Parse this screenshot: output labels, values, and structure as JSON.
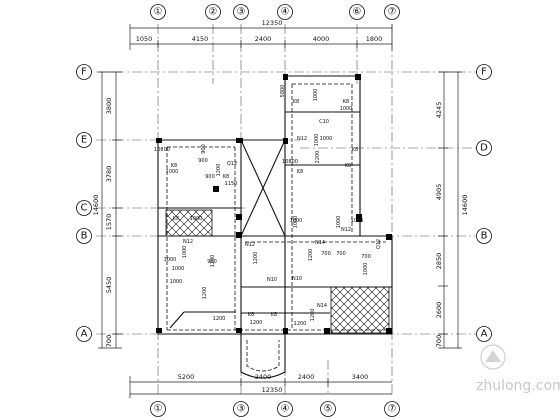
{
  "axes": {
    "top_numbers": [
      "①",
      "②",
      "③",
      "④",
      "⑥",
      "⑦"
    ],
    "bottom_numbers": [
      "①",
      "③",
      "④",
      "⑤",
      "⑦"
    ],
    "left_letters": [
      "F",
      "E",
      "C",
      "B",
      "A"
    ],
    "right_letters": [
      "F",
      "D",
      "B",
      "A"
    ]
  },
  "dimensions": {
    "top_total": "12350",
    "top_segments": [
      "1050",
      "4150",
      "2400",
      "4000",
      "1800"
    ],
    "bottom_total": "12350",
    "bottom_segments": [
      "5200",
      "2400",
      "2400",
      "3400"
    ],
    "left_segments": [
      "3800",
      "3780",
      "1570",
      "5450",
      "700"
    ],
    "left_total": "14600",
    "right_segments": [
      "4245",
      "4905",
      "2850",
      "2600",
      "700"
    ],
    "right_total": "14600"
  },
  "labels": [
    "K8",
    "1000",
    "K8",
    "1000",
    "C10",
    "N12",
    "1000",
    "K8",
    "900",
    "K8",
    "1000",
    "1200",
    "Q12",
    "900",
    "K8",
    "1150",
    "N12",
    "1000",
    "N12",
    "1200",
    "N10",
    "K8",
    "1000",
    "N14",
    "1200",
    "N12",
    "700",
    "700",
    "N10",
    "N14",
    "1200",
    "K8",
    "1200",
    "Q12",
    "700",
    "1000",
    "1000",
    "1200",
    "K8",
    "1200",
    "5800",
    "2200",
    "1000",
    "1000",
    "K8",
    "1000",
    "1200",
    "1000",
    "1000",
    "1000",
    "900",
    "10800",
    "1000",
    "10800",
    "K8",
    "900",
    "1200"
  ],
  "watermark": "zhulong.com"
}
